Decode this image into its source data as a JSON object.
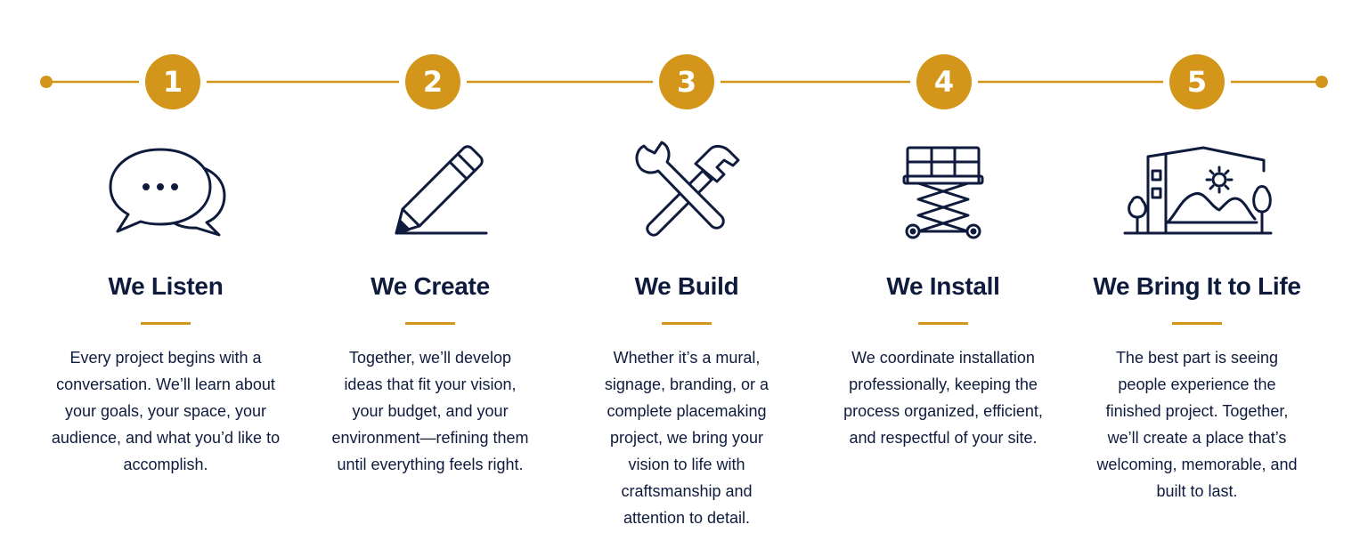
{
  "colors": {
    "accent": "#d4961a",
    "navy": "#0f1b3d",
    "background": "#ffffff"
  },
  "steps": [
    {
      "number": "1",
      "icon": "speech-bubbles-icon",
      "title": "We Listen",
      "description": "Every project begins with a conversation. We’ll learn about your goals, your space, your audience, and what you’d like to accomplish."
    },
    {
      "number": "2",
      "icon": "pencil-icon",
      "title": "We Create",
      "description": "Together, we’ll develop ideas that fit your vision, your budget, and your environment—refining them until everything feels right."
    },
    {
      "number": "3",
      "icon": "wrench-hammer-icon",
      "title": "We Build",
      "description": "Whether it’s a mural, signage, branding, or a complete placemaking project, we bring your vision to life with craftsmanship and attention to detail."
    },
    {
      "number": "4",
      "icon": "scissor-lift-icon",
      "title": "We Install",
      "description": "We coordinate installation professionally, keeping the process organized, efficient, and respectful of your site."
    },
    {
      "number": "5",
      "icon": "building-mural-icon",
      "title": "We Bring It to Life",
      "description": "The best part is seeing people experience the finished project. Together, we’ll create a place that’s welcoming, memorable, and built to last."
    }
  ]
}
